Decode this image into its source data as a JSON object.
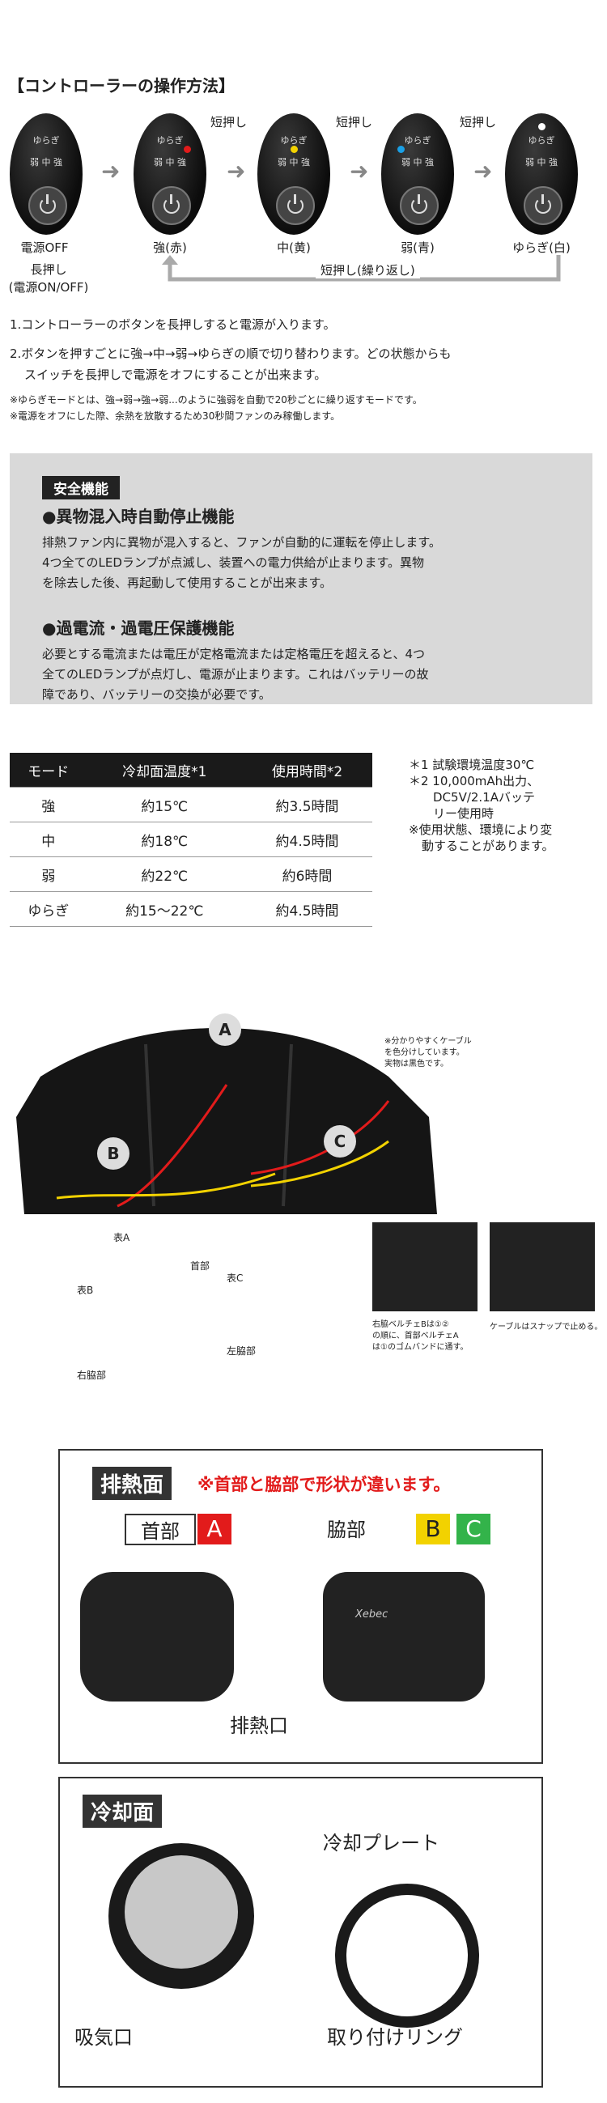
{
  "section_title": "【コントローラーの操作方法】",
  "controllers": [
    {
      "caption": "電源OFF",
      "sub": "長押し\n(電源ON/OFF)"
    },
    {
      "caption": "強(赤)",
      "active": "red"
    },
    {
      "caption": "中(黄)",
      "active": "yellow"
    },
    {
      "caption": "弱(青)",
      "active": "blue"
    },
    {
      "caption": "ゆらぎ(白)",
      "active": "white"
    }
  ],
  "ctrl_labels": {
    "top": "ゆらぎ",
    "row": "弱 中 強"
  },
  "short_press": "短押し",
  "short_press_repeat": "短押し(繰り返し)",
  "instructions": [
    "1.コントローラーのボタンを長押しすると電源が入ります。",
    "2.ボタンを押すごとに強→中→弱→ゆらぎの順で切り替わります。どの状態からも",
    "スイッチを長押しで電源をオフにすることが出来ます。"
  ],
  "notes": [
    "※ゆらぎモードとは、強→弱→強→弱...のように強弱を自動で20秒ごとに繰り返すモードです。",
    "※電源をオフにした際、余熱を放散するため30秒間ファンのみ稼働します。"
  ],
  "safety": {
    "badge": "安全機能",
    "h1": "●異物混入時自動停止機能",
    "p1": [
      "排熱ファン内に異物が混入すると、ファンが自動的に運転を停止します。",
      "4つ全てのLEDランプが点滅し、装置への電力供給が止まります。異物",
      "を除去した後、再起動して使用することが出来ます。"
    ],
    "h2": "●過電流・過電圧保護機能",
    "p2": [
      "必要とする電流または電圧が定格電流または定格電圧を超えると、4つ",
      "全てのLEDランプが点灯し、電源が止まります。これはバッテリーの故",
      "障であり、バッテリーの交換が必要です。"
    ]
  },
  "table": {
    "headers": [
      "モード",
      "冷却面温度*1",
      "使用時間*2"
    ],
    "rows": [
      [
        "強",
        "約15℃",
        "約3.5時間"
      ],
      [
        "中",
        "約18℃",
        "約4.5時間"
      ],
      [
        "弱",
        "約22℃",
        "約6時間"
      ],
      [
        "ゆらぎ",
        "約15～22℃",
        "約4.5時間"
      ]
    ]
  },
  "table_notes": [
    "＊1 試験環境温度30℃",
    "＊2 10,000mAh出力、",
    "DC5V/2.1Aバッテ",
    "リー使用時",
    "※使用状態、環境により変",
    "動することがあります。"
  ],
  "vest": {
    "note": [
      "※分かりやすくケーブル",
      "を色分けしています。",
      "実物は黒色です。"
    ],
    "labels": [
      "A",
      "B",
      "C"
    ],
    "parts": [
      "表A",
      "首部",
      "表C",
      "表B",
      "左脇部",
      "右脇部"
    ],
    "belt_note": [
      "右脇ベルチェBは①②",
      "の順に、首部ベルチェA",
      "は①のゴムバンドに通す。"
    ],
    "snap_note": "ケーブルはスナップで止める。"
  },
  "exhaust": {
    "title": "排熱面",
    "warn": "※首部と脇部で形状が違います。",
    "neck": "首部",
    "neck_tag": "A",
    "side": "脇部",
    "side_tags": [
      "B",
      "C"
    ],
    "port": "排熱口",
    "brand": "Xebec"
  },
  "cooling": {
    "title": "冷却面",
    "plate": "冷却プレート",
    "intake": "吸気口",
    "ring": "取り付けリング"
  },
  "colors": {
    "red": "#e21b1b",
    "yellow": "#f2d200",
    "blue": "#1aa0e6",
    "green": "#33b34a"
  }
}
